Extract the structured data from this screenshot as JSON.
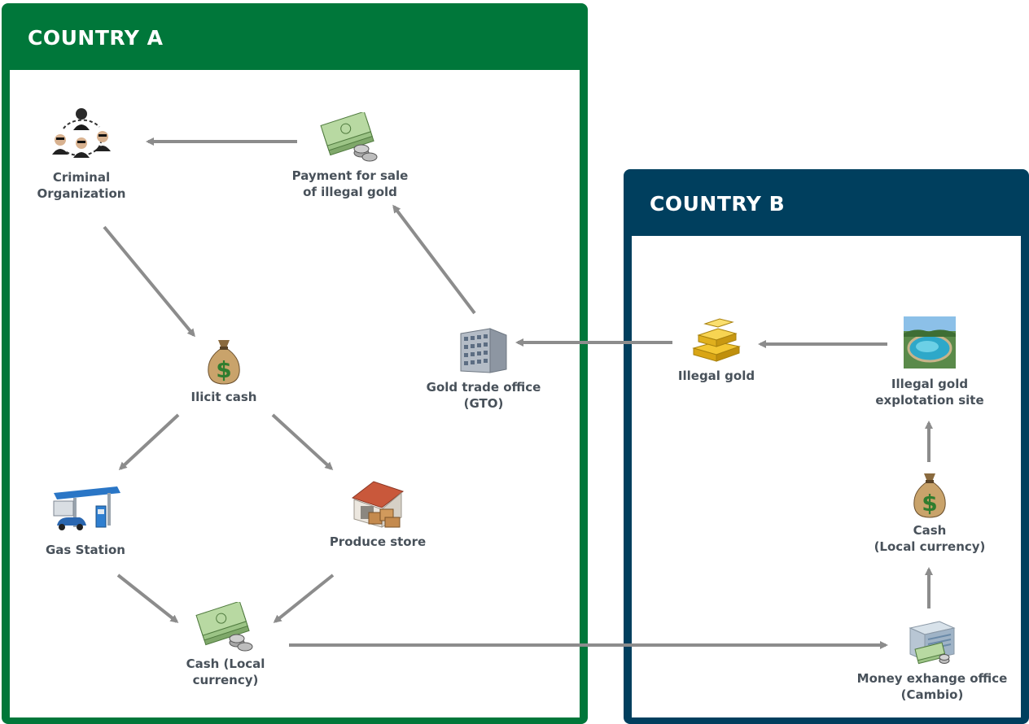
{
  "colors": {
    "country_a": "#00773a",
    "country_b": "#003f5e",
    "arrow": "#8c8c8c",
    "label": "#48515a"
  },
  "country_a": {
    "title": "COUNTRY A"
  },
  "country_b": {
    "title": "COUNTRY B"
  },
  "nodes": {
    "criminal_org": {
      "label": "Criminal\nOrganization",
      "icon": "criminal-group-icon"
    },
    "payment": {
      "label": "Payment for sale\nof illegal gold",
      "icon": "money-stack-icon"
    },
    "illicit_cash": {
      "label": "Ilicit cash",
      "icon": "money-bag-icon"
    },
    "gto": {
      "label": "Gold trade office\n(GTO)",
      "icon": "office-building-icon"
    },
    "gas_station": {
      "label": "Gas Station",
      "icon": "gas-station-icon"
    },
    "produce_store": {
      "label": "Produce store",
      "icon": "warehouse-icon"
    },
    "cash_local_a": {
      "label": "Cash (Local\ncurrency)",
      "icon": "money-stack-icon"
    },
    "illegal_gold": {
      "label": "Illegal gold",
      "icon": "gold-bars-icon"
    },
    "exploitation_site": {
      "label": "Illegal gold\nexplotation site",
      "icon": "mining-site-icon"
    },
    "cash_local_b": {
      "label": "Cash\n(Local currency)",
      "icon": "money-bag-icon"
    },
    "money_exchange": {
      "label": "Money exhange office\n(Cambio)",
      "icon": "exchange-office-icon"
    }
  }
}
